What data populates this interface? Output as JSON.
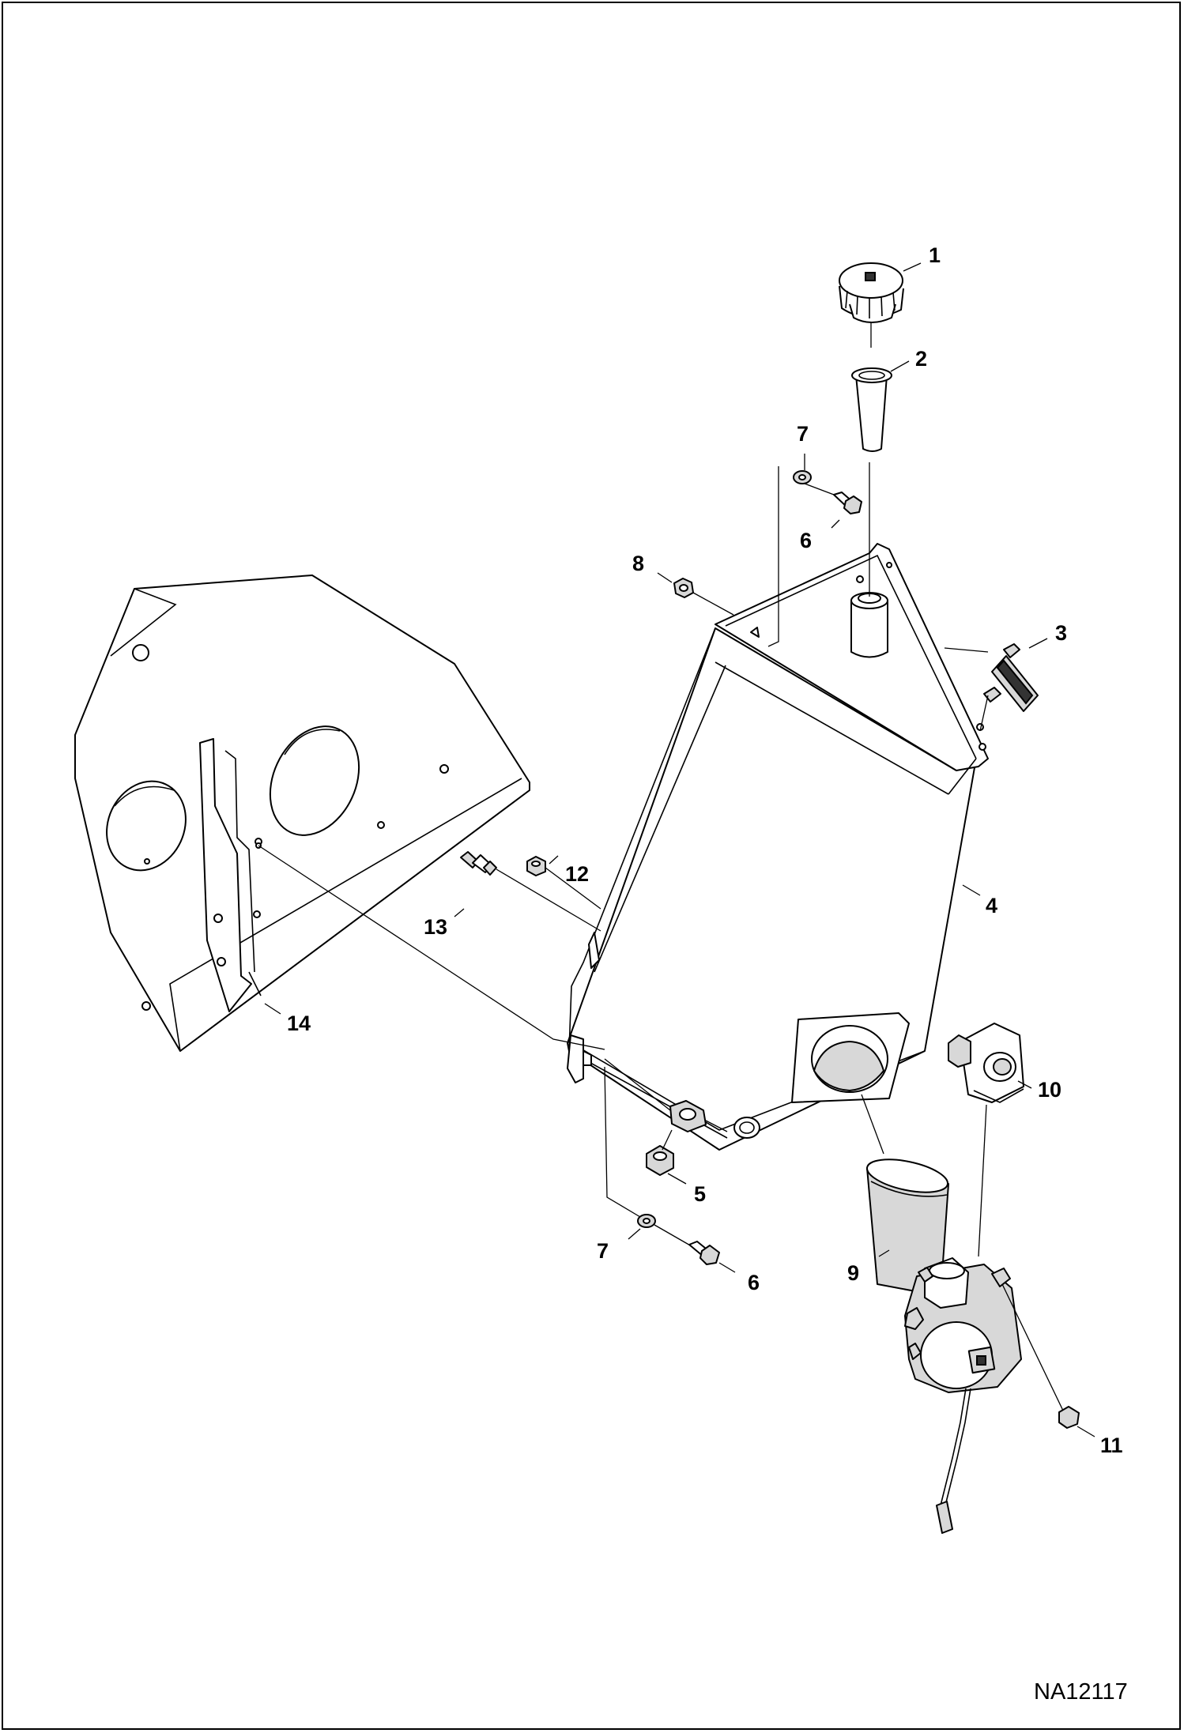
{
  "diagram": {
    "figure_id": "NA12117",
    "callouts": [
      {
        "label": "1"
      },
      {
        "label": "2"
      },
      {
        "label": "7"
      },
      {
        "label": "6"
      },
      {
        "label": "8"
      },
      {
        "label": "3"
      },
      {
        "label": "4"
      },
      {
        "label": "12"
      },
      {
        "label": "13"
      },
      {
        "label": "14"
      },
      {
        "label": "10"
      },
      {
        "label": "5"
      },
      {
        "label": "7"
      },
      {
        "label": "6"
      },
      {
        "label": "9"
      },
      {
        "label": "11"
      }
    ]
  }
}
